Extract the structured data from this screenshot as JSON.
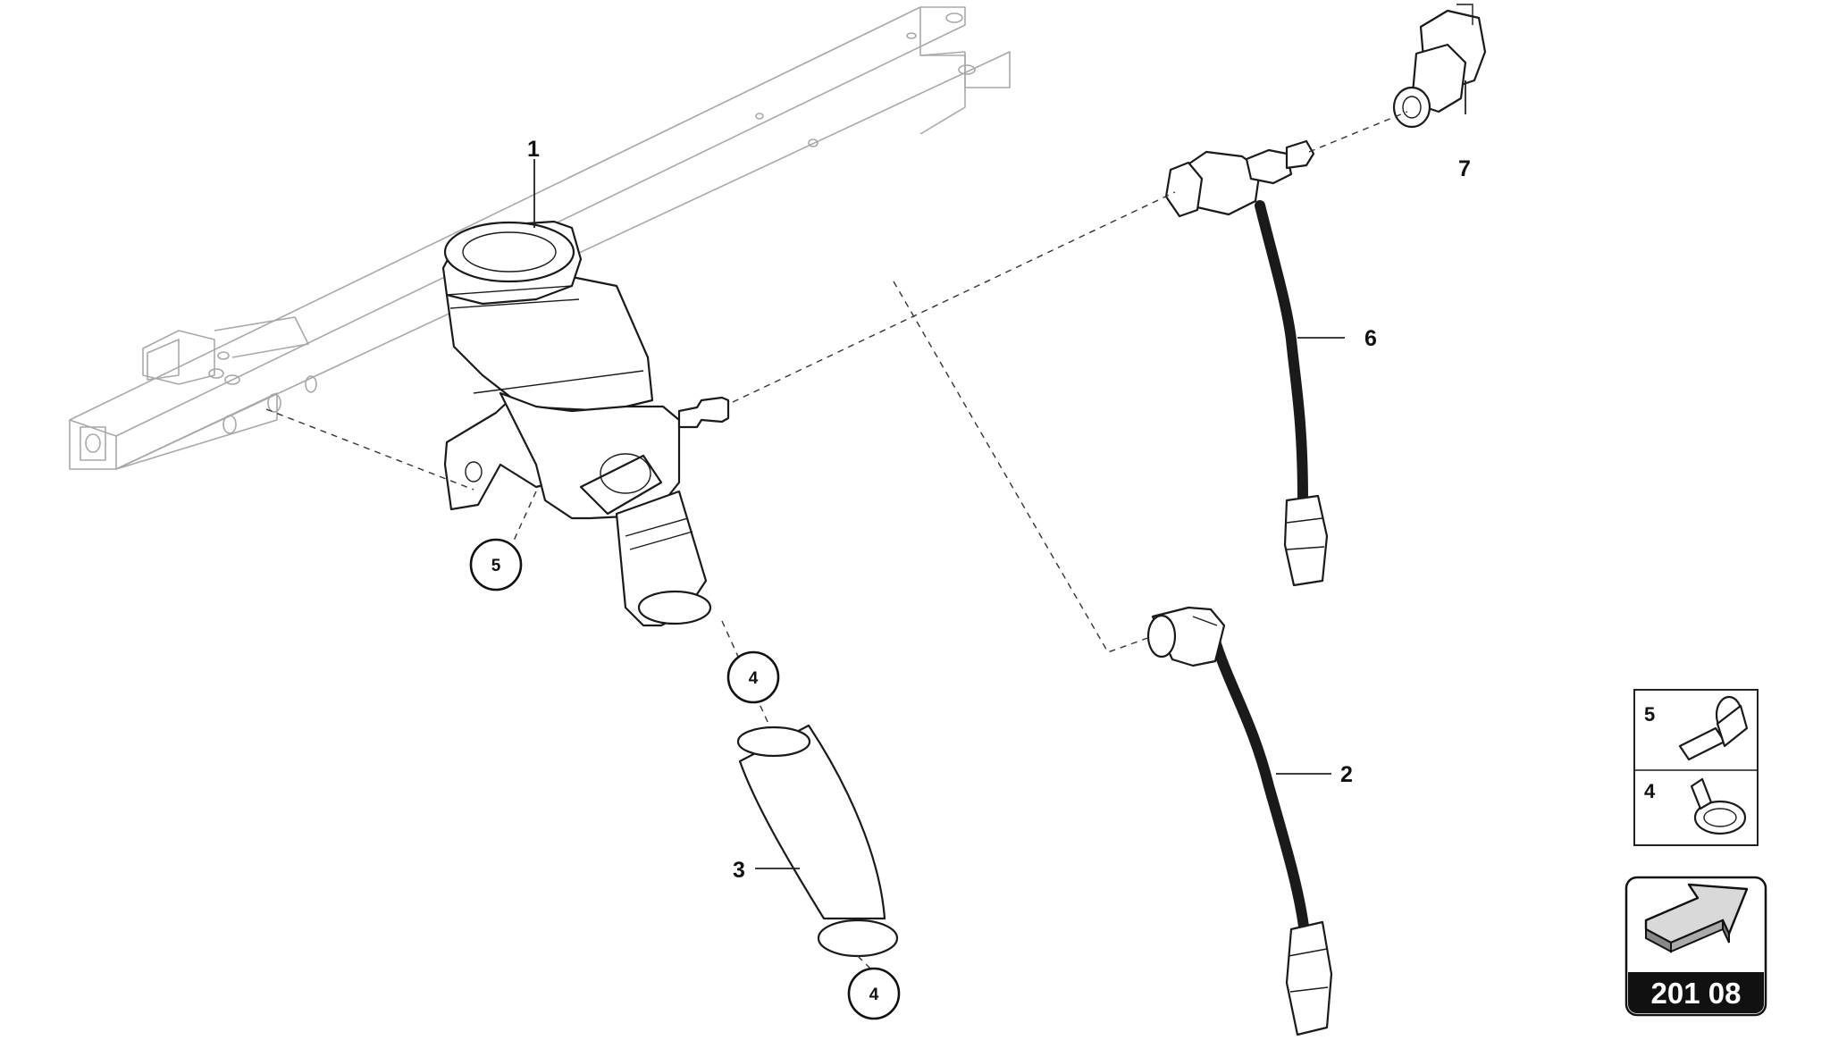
{
  "diagram": {
    "callouts": {
      "p1": "1",
      "p2": "2",
      "p3": "3",
      "p6": "6",
      "p7": "7"
    },
    "circle_callouts": {
      "c5": "5",
      "c4_top": "4",
      "c4_bottom": "4"
    },
    "legend": {
      "row_5": "5",
      "row_4": "4"
    },
    "reference": {
      "label": "201 08",
      "icon": "arrow-icon"
    }
  }
}
